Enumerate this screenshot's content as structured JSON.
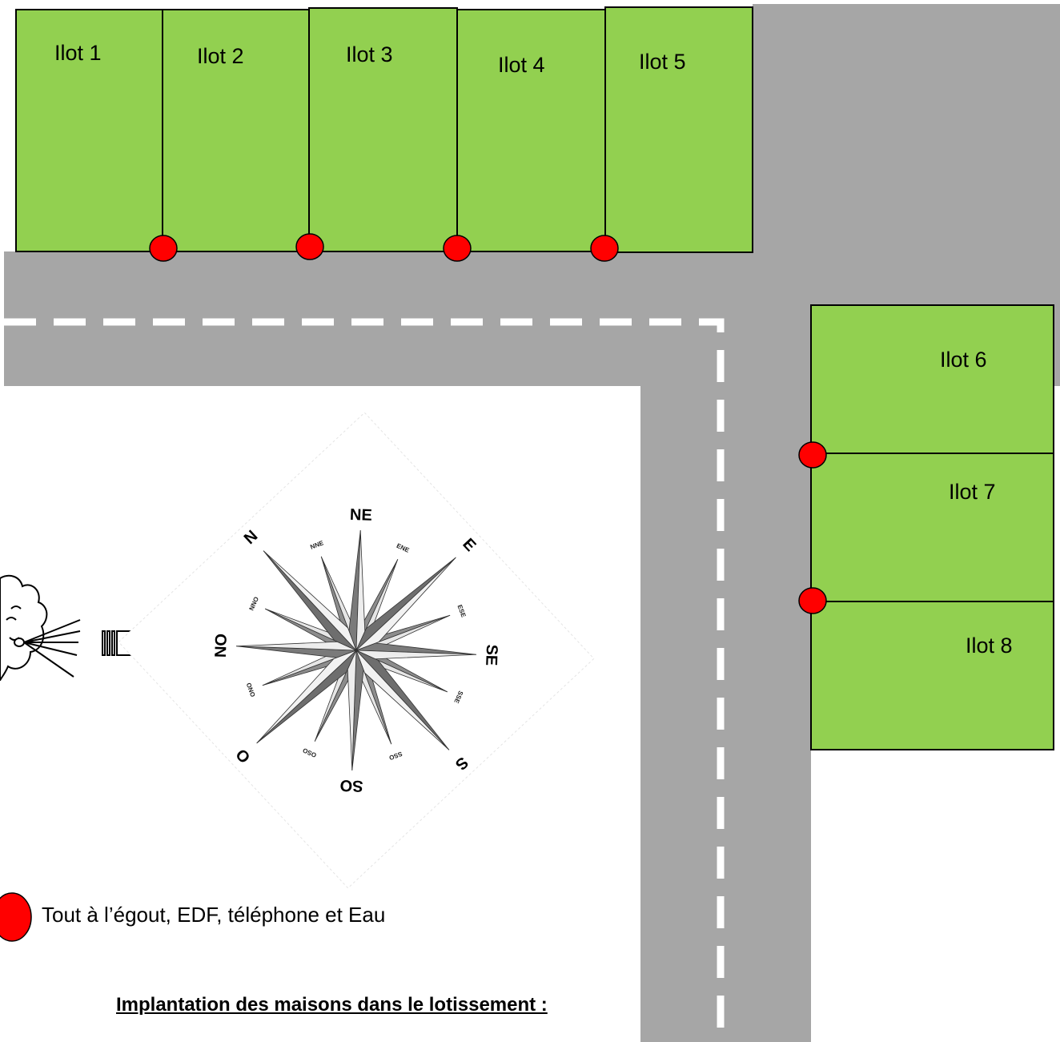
{
  "lots": [
    {
      "id": "1",
      "label": "Ilot 1"
    },
    {
      "id": "2",
      "label": "Ilot 2"
    },
    {
      "id": "3",
      "label": "Ilot 3"
    },
    {
      "id": "4",
      "label": "Ilot 4"
    },
    {
      "id": "5",
      "label": "Ilot 5"
    },
    {
      "id": "6",
      "label": "Ilot 6"
    },
    {
      "id": "7",
      "label": "Ilot 7"
    },
    {
      "id": "8",
      "label": "Ilot 8"
    }
  ],
  "compass": {
    "major": [
      "N",
      "NE",
      "E",
      "SE",
      "S",
      "SO",
      "O",
      "NO"
    ],
    "minor": [
      "NNE",
      "ENE",
      "ESE",
      "SSE",
      "SSO",
      "OSO",
      "ONO",
      "NNO"
    ]
  },
  "legend": {
    "marker_meaning": "Tout à l’égout, EDF, téléphone et Eau"
  },
  "heading": "Implantation des maisons dans le lotissement :",
  "colors": {
    "lot_fill": "#92d050",
    "road": "#a6a6a6",
    "road_marking": "#ffffff",
    "utility_marker": "#ff0000"
  },
  "icons": [
    "wind-cloud-icon",
    "wind-direction-arrow-icon",
    "compass-rose-icon",
    "utility-connection-marker-icon"
  ]
}
